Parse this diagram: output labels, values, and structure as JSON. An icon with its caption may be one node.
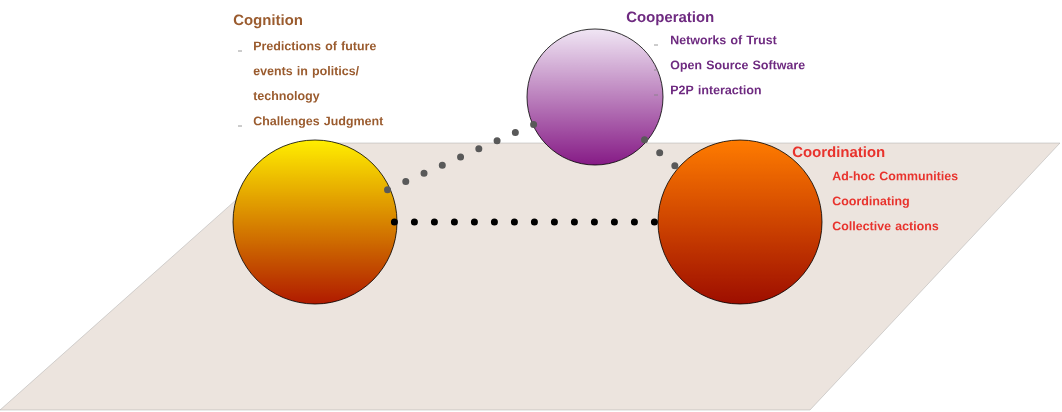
{
  "diagram": {
    "nodes": [
      {
        "text": [
          "Cognition"
        ],
        "beside": [
          "Predictions of future events in politics/ technology",
          "Challenges Judgment"
        ]
      },
      {
        "text": [
          "Cooperation"
        ],
        "beside": [
          "Networks of Trust",
          "Open Source Software",
          "P2P interaction"
        ]
      },
      {
        "text": [
          "Coordination"
        ],
        "beside": [
          "Ad-hoc Communities",
          "Coordinating",
          "Collective actions"
        ]
      }
    ],
    "edges": [
      {
        "from": 0,
        "to": 1,
        "arrow": "none"
      },
      {
        "from": 1,
        "to": 2,
        "arrow": "none"
      },
      {
        "from": 0,
        "to": 2,
        "arrow": "none",
        "color": "#000000"
      }
    ]
  }
}
